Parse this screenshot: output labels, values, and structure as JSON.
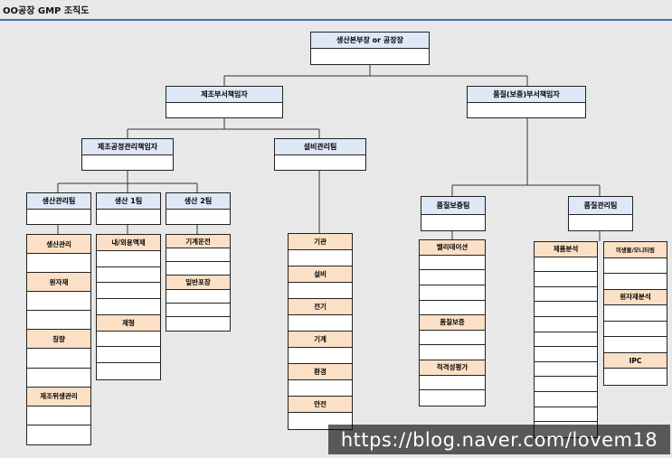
{
  "title": "OO공장 GMP 조직도",
  "watermark": "https://blog.naver.com/lovem18",
  "colors": {
    "title_rule": "#3a6fb5",
    "header_fill": "#dfe8f6",
    "cell_highlight": "#fbe0c6"
  },
  "nodes": {
    "head": "생산본부장 or 공장장",
    "mfg_manager": "제조부서책임자",
    "qa_manager": "품질(보증)부서책임자",
    "process_manager": "제조공정관리책임자",
    "facility_team": "설비관리팀",
    "prod_mgmt_team": "생산관리팀",
    "prod_team1": "생산 1팀",
    "prod_team2": "생산 2팀",
    "qa_team": "품질보증팀",
    "qc_team": "품질관리팀"
  },
  "columns": {
    "prod_mgmt": [
      "생산관리",
      "",
      "원자재",
      "",
      "",
      "칭량",
      "",
      "",
      "제조위생관리",
      "",
      ""
    ],
    "team1": [
      "내/외용액제",
      "",
      "",
      "",
      "",
      "제형",
      "",
      "",
      ""
    ],
    "team2": [
      "기계운전",
      "",
      "",
      "일반포장",
      "",
      "",
      ""
    ],
    "facility": [
      "기관",
      "",
      "설비",
      "",
      "전기",
      "",
      "기계",
      "",
      "환경",
      "",
      "안전",
      ""
    ],
    "qa": [
      "밸리데이션",
      "",
      "",
      "",
      "",
      "품질보증",
      "",
      "",
      "적격성평가",
      "",
      ""
    ],
    "qc1": [
      "제품분석",
      "",
      "",
      "",
      "",
      "",
      "",
      "",
      "",
      "",
      "",
      "",
      ""
    ],
    "qc2": [
      "미생물/모니터링",
      "",
      "",
      "원자재분석",
      "",
      "",
      "",
      "IPC",
      ""
    ]
  }
}
